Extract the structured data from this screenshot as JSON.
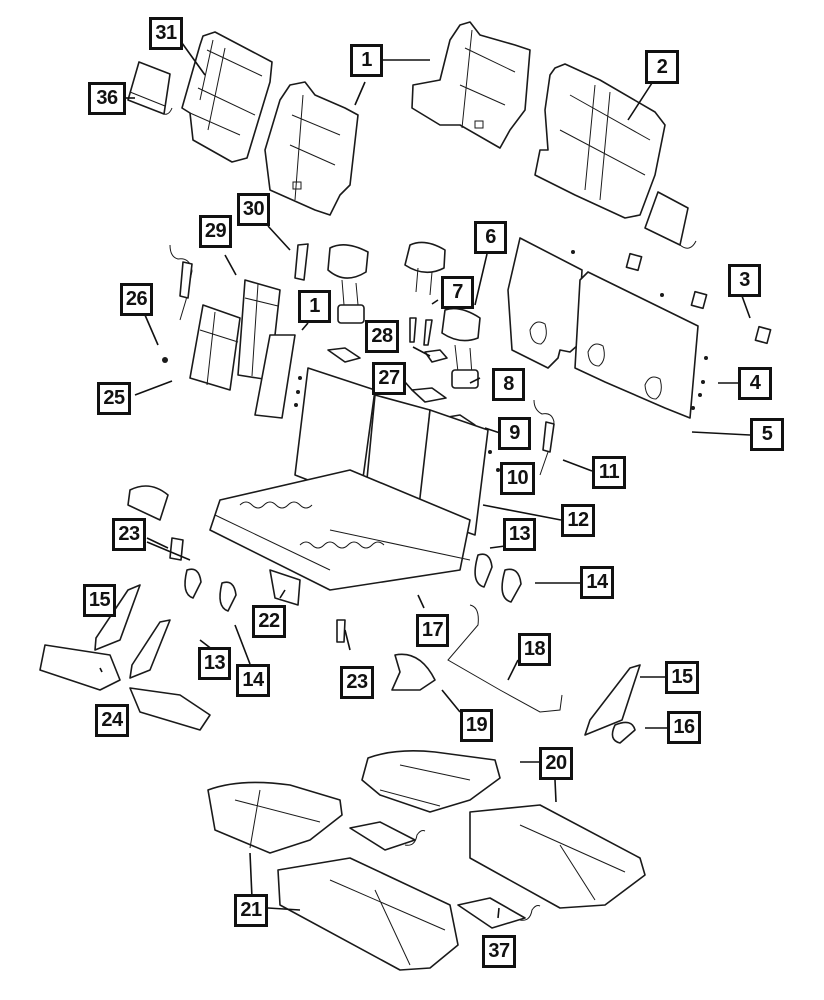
{
  "diagram": {
    "title": "Rear Seat Assembly - Exploded Parts View",
    "type": "exploded-parts-diagram",
    "colors": {
      "line": "#111111",
      "background": "#ffffff"
    },
    "callouts": [
      {
        "id": "c31",
        "label": "31"
      },
      {
        "id": "c36",
        "label": "36"
      },
      {
        "id": "c1a",
        "label": "1"
      },
      {
        "id": "c2",
        "label": "2"
      },
      {
        "id": "c30",
        "label": "30"
      },
      {
        "id": "c29",
        "label": "29"
      },
      {
        "id": "c6",
        "label": "6"
      },
      {
        "id": "c3",
        "label": "3"
      },
      {
        "id": "c7",
        "label": "7"
      },
      {
        "id": "c26",
        "label": "26"
      },
      {
        "id": "c1b",
        "label": "1"
      },
      {
        "id": "c28",
        "label": "28"
      },
      {
        "id": "c4",
        "label": "4"
      },
      {
        "id": "c27",
        "label": "27"
      },
      {
        "id": "c8",
        "label": "8"
      },
      {
        "id": "c25",
        "label": "25"
      },
      {
        "id": "c5",
        "label": "5"
      },
      {
        "id": "c9",
        "label": "9"
      },
      {
        "id": "c10",
        "label": "10"
      },
      {
        "id": "c11",
        "label": "11"
      },
      {
        "id": "c12",
        "label": "12"
      },
      {
        "id": "c23a",
        "label": "23"
      },
      {
        "id": "c13a",
        "label": "13"
      },
      {
        "id": "c14a",
        "label": "14"
      },
      {
        "id": "c15a",
        "label": "15"
      },
      {
        "id": "c22",
        "label": "22"
      },
      {
        "id": "c17",
        "label": "17"
      },
      {
        "id": "c13b",
        "label": "13"
      },
      {
        "id": "c14b",
        "label": "14"
      },
      {
        "id": "c18",
        "label": "18"
      },
      {
        "id": "c23b",
        "label": "23"
      },
      {
        "id": "c15b",
        "label": "15"
      },
      {
        "id": "c24",
        "label": "24"
      },
      {
        "id": "c19",
        "label": "19"
      },
      {
        "id": "c16",
        "label": "16"
      },
      {
        "id": "c20",
        "label": "20"
      },
      {
        "id": "c21",
        "label": "21"
      },
      {
        "id": "c37",
        "label": "37"
      }
    ]
  }
}
